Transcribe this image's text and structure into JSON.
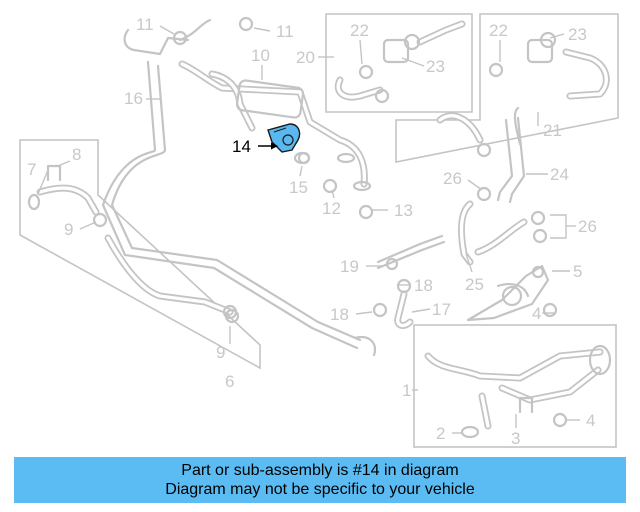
{
  "diagram": {
    "callouts": [
      {
        "id": "c1",
        "label": "1"
      },
      {
        "id": "c2",
        "label": "2"
      },
      {
        "id": "c3",
        "label": "3"
      },
      {
        "id": "c4a",
        "label": "4"
      },
      {
        "id": "c4b",
        "label": "4"
      },
      {
        "id": "c5",
        "label": "5"
      },
      {
        "id": "c6",
        "label": "6"
      },
      {
        "id": "c7",
        "label": "7"
      },
      {
        "id": "c8",
        "label": "8"
      },
      {
        "id": "c9a",
        "label": "9"
      },
      {
        "id": "c9b",
        "label": "9"
      },
      {
        "id": "c10",
        "label": "10"
      },
      {
        "id": "c11a",
        "label": "11"
      },
      {
        "id": "c11b",
        "label": "11"
      },
      {
        "id": "c12",
        "label": "12"
      },
      {
        "id": "c13",
        "label": "13"
      },
      {
        "id": "c14",
        "label": "14"
      },
      {
        "id": "c15",
        "label": "15"
      },
      {
        "id": "c16",
        "label": "16"
      },
      {
        "id": "c17",
        "label": "17"
      },
      {
        "id": "c18a",
        "label": "18"
      },
      {
        "id": "c18b",
        "label": "18"
      },
      {
        "id": "c19",
        "label": "19"
      },
      {
        "id": "c20",
        "label": "20"
      },
      {
        "id": "c21",
        "label": "21"
      },
      {
        "id": "c22a",
        "label": "22"
      },
      {
        "id": "c22b",
        "label": "22"
      },
      {
        "id": "c23a",
        "label": "23"
      },
      {
        "id": "c23b",
        "label": "23"
      },
      {
        "id": "c24",
        "label": "24"
      },
      {
        "id": "c25",
        "label": "25"
      },
      {
        "id": "c26a",
        "label": "26"
      },
      {
        "id": "c26b",
        "label": "26"
      }
    ],
    "highlighted_part": "14",
    "highlight_color": "#5ab8f0",
    "line_color": "#c4c4c4"
  },
  "banner": {
    "line1": "Part or sub-assembly is #14 in diagram",
    "line2": "Diagram may not be specific to your vehicle",
    "background": "#5bbcf3"
  }
}
